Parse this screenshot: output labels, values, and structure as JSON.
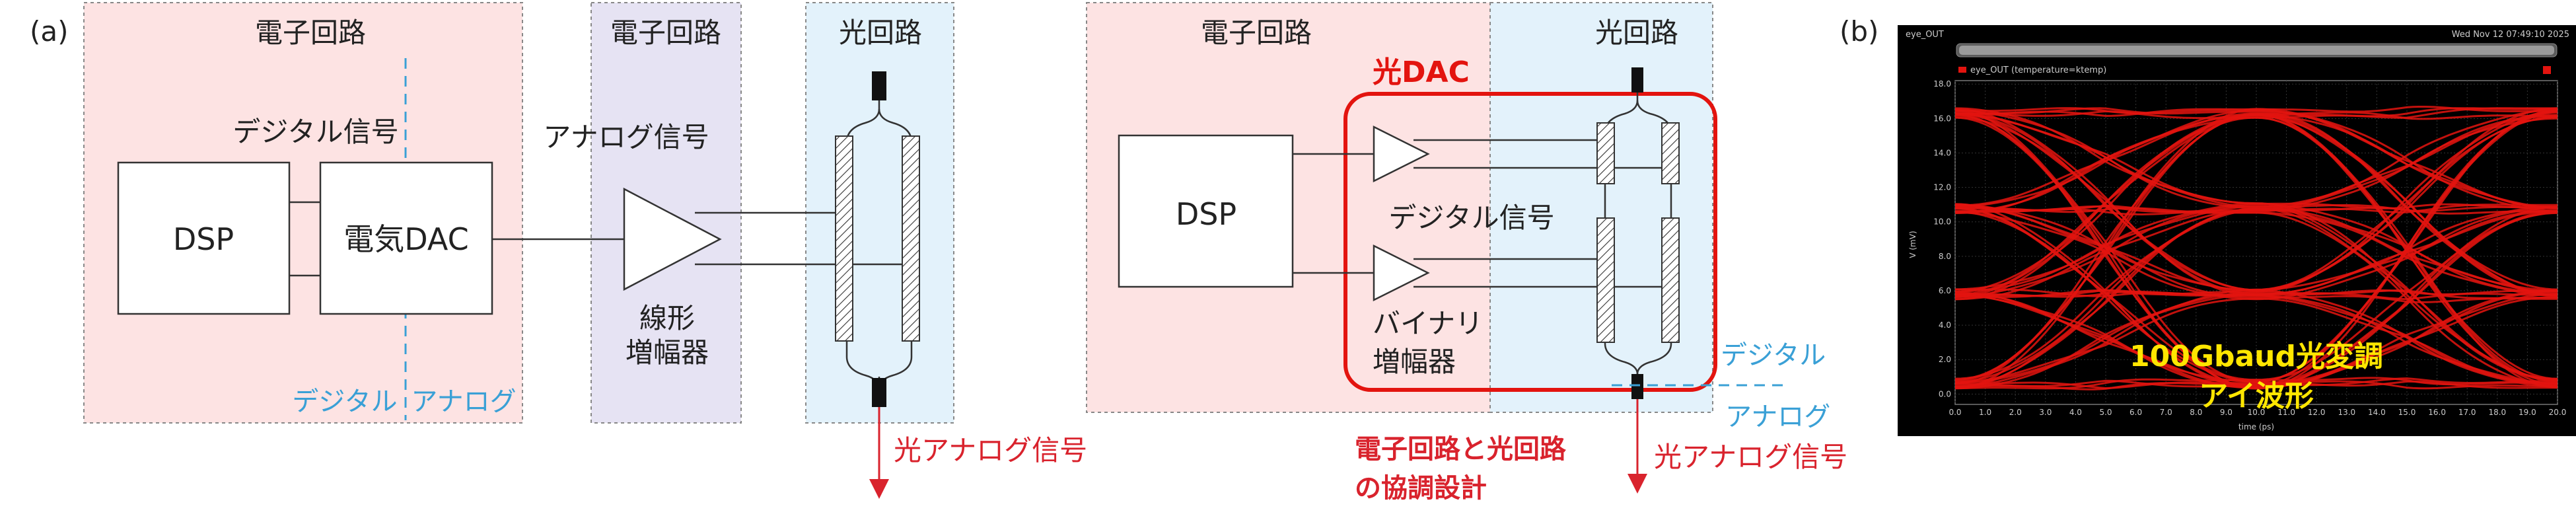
{
  "panel_a": {
    "label": "(a)",
    "electronic_circuit": "電子回路",
    "analog_electronic_circuit": "電子回路",
    "optical_circuit": "光回路",
    "digital_signal": "デジタル信号",
    "analog_signal": "アナログ信号",
    "dsp": "DSP",
    "electric_dac": "電気DAC",
    "linear_amp": [
      "線形",
      "増幅器"
    ],
    "digital": "デジタル",
    "analog": "アナログ",
    "optical_analog_signal": "光アナログ信号"
  },
  "panel_a2": {
    "electronic_circuit": "電子回路",
    "optical_circuit": "光回路",
    "optical_dac": "光DAC",
    "dsp": "DSP",
    "digital_signal": "デジタル信号",
    "binary_amp": [
      "バイナリ",
      "増幅器"
    ],
    "digital": "デジタル",
    "analog": "アナログ",
    "optical_analog_signal": "光アナログ信号",
    "codesign": [
      "電子回路と光回路",
      "の協調設計"
    ]
  },
  "panel_b": {
    "label": "(b)",
    "window_title": "eye_OUT",
    "timestamp": "Wed Nov 12 07:49:10 2025",
    "legend": "eye_OUT (temperature=ktemp)",
    "ylabel": "V (mV)",
    "xlabel": "time (ps)",
    "yticks": [
      "18.0",
      "16.0",
      "14.0",
      "12.0",
      "10.0",
      "8.0",
      "6.0",
      "4.0",
      "2.0",
      "0.0"
    ],
    "xticks": [
      "0.0",
      "1.0",
      "2.0",
      "3.0",
      "4.0",
      "5.0",
      "6.0",
      "7.0",
      "8.0",
      "9.0",
      "10.0",
      "11.0",
      "12.0",
      "13.0",
      "14.0",
      "15.0",
      "16.0",
      "17.0",
      "18.0",
      "19.0",
      "20.0"
    ],
    "caption": [
      "100Gbaud光変調",
      "アイ波形"
    ]
  },
  "colors": {
    "electronic_bg": "#fde3e3",
    "analog_bg": "#e6e3f3",
    "optical_bg": "#e3f2fb",
    "accent_red": "#d9232d",
    "accent_blue": "#3aa0d6",
    "eye_red": "#e3140f",
    "eye_caption": "#ffe600"
  }
}
